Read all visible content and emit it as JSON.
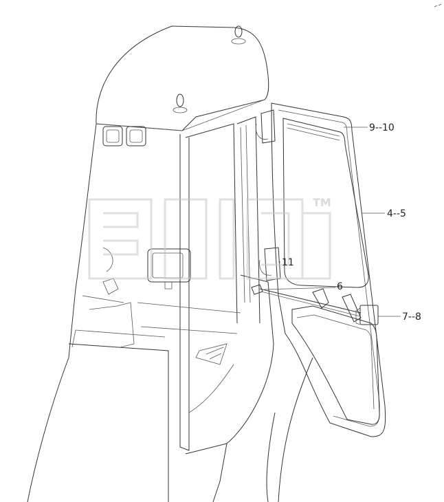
{
  "diagram": {
    "callouts": [
      {
        "id": "c1",
        "label": "9--10"
      },
      {
        "id": "c2",
        "label": "4--5"
      },
      {
        "id": "c3",
        "label": "11"
      },
      {
        "id": "c4",
        "label": "6"
      },
      {
        "id": "c5",
        "label": "7--8"
      }
    ],
    "watermark": {
      "tm": "TM"
    }
  }
}
